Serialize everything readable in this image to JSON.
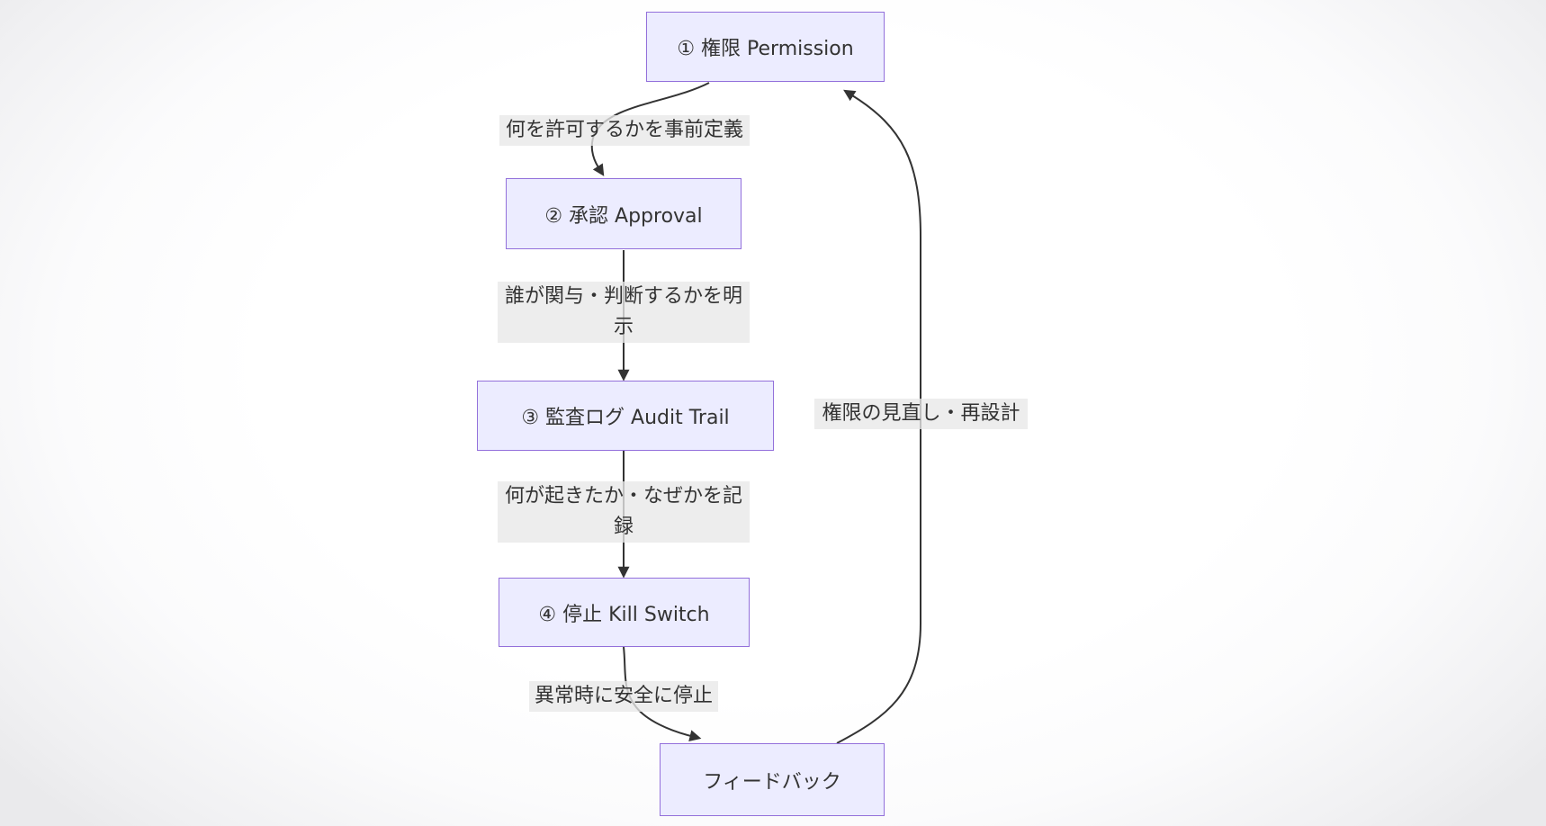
{
  "diagram": {
    "type": "flowchart",
    "direction": "top-down",
    "nodes": [
      {
        "id": "permission",
        "label": "① 権限 Permission"
      },
      {
        "id": "approval",
        "label": "② 承認 Approval"
      },
      {
        "id": "audit_trail",
        "label": "③ 監査ログ Audit Trail"
      },
      {
        "id": "kill_switch",
        "label": "④ 停止 Kill Switch"
      },
      {
        "id": "feedback",
        "label": "フィードバック"
      }
    ],
    "edges": [
      {
        "from": "permission",
        "to": "approval",
        "label": "何を許可するかを事前定義",
        "label_lines": [
          "何を許可するかを事前定義"
        ]
      },
      {
        "from": "approval",
        "to": "audit_trail",
        "label": "誰が関与・判断するかを明示",
        "label_lines": [
          "誰が関与・判断するかを明",
          "示"
        ]
      },
      {
        "from": "audit_trail",
        "to": "kill_switch",
        "label": "何が起きたか・なぜかを記録",
        "label_lines": [
          "何が起きたか・なぜかを記",
          "録"
        ]
      },
      {
        "from": "kill_switch",
        "to": "feedback",
        "label": "異常時に安全に停止",
        "label_lines": [
          "異常時に安全に停止"
        ]
      },
      {
        "from": "feedback",
        "to": "permission",
        "label": "権限の見直し・再設計",
        "label_lines": [
          "権限の見直し・再設計"
        ]
      }
    ],
    "colors": {
      "node_fill": "#ECECFF",
      "node_border": "#9370DB",
      "edge_line": "#333333",
      "edge_label_bg": "#E8E8E8",
      "text": "#333333"
    }
  }
}
